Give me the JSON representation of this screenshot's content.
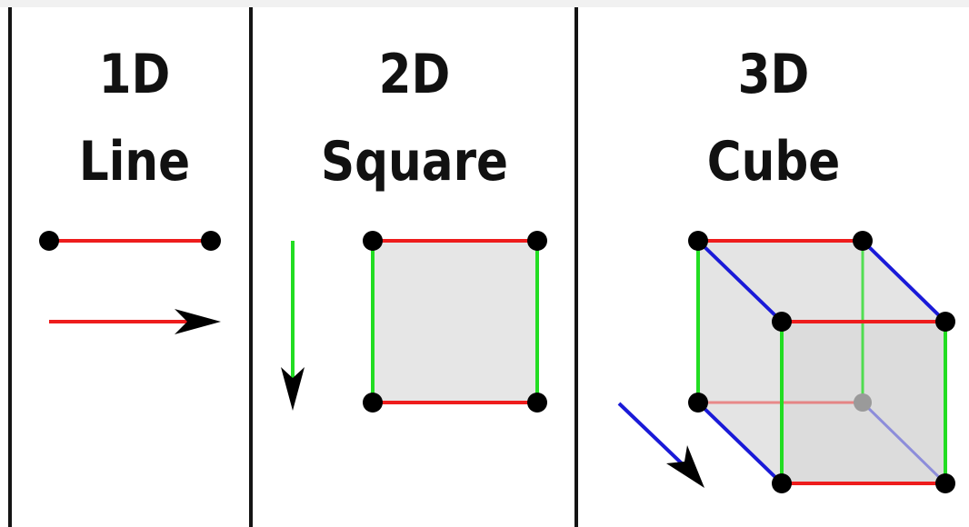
{
  "panels": [
    {
      "id": "1d",
      "dimension": "1D",
      "shape": "Line"
    },
    {
      "id": "2d",
      "dimension": "2D",
      "shape": "Square"
    },
    {
      "id": "3d",
      "dimension": "3D",
      "shape": "Cube"
    }
  ],
  "colors": {
    "x_axis": "#ee1c1c",
    "y_axis": "#22dd22",
    "z_axis": "#1a1ad8",
    "vertex": "#000000",
    "face_fill": "#e6e6e6",
    "divider": "#141414"
  },
  "icons": {
    "arrow_x": "right-arrow-icon",
    "arrow_y": "down-arrow-icon",
    "arrow_z": "diagonal-arrow-icon"
  }
}
